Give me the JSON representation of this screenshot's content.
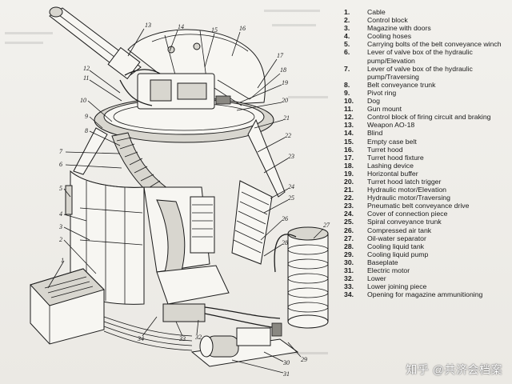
{
  "legend": [
    {
      "n": "1.",
      "t": "Cable"
    },
    {
      "n": "2.",
      "t": "Control block"
    },
    {
      "n": "3.",
      "t": "Magazine with doors"
    },
    {
      "n": "4.",
      "t": "Cooling hoses"
    },
    {
      "n": "5.",
      "t": "Carrying bolts of the belt conveyance winch"
    },
    {
      "n": "6.",
      "t": "Lever of valve box of the hydraulic pump/Elevation"
    },
    {
      "n": "7.",
      "t": "Lever of valve box of the hydraulic pump/Traversing"
    },
    {
      "n": "8.",
      "t": "Belt conveyance trunk"
    },
    {
      "n": "9.",
      "t": "Pivot ring"
    },
    {
      "n": "10.",
      "t": "Dog"
    },
    {
      "n": "11.",
      "t": "Gun mount"
    },
    {
      "n": "12.",
      "t": "Control block of firing circuit and braking"
    },
    {
      "n": "13.",
      "t": "Weapon AO-18"
    },
    {
      "n": "14.",
      "t": "Blind"
    },
    {
      "n": "15.",
      "t": "Empty case belt"
    },
    {
      "n": "16.",
      "t": "Turret hood"
    },
    {
      "n": "17.",
      "t": "Turret hood fixture"
    },
    {
      "n": "18.",
      "t": "Lashing device"
    },
    {
      "n": "19.",
      "t": "Horizontal buffer"
    },
    {
      "n": "20.",
      "t": "Turret hood latch trigger"
    },
    {
      "n": "21.",
      "t": "Hydraulic motor/Elevation"
    },
    {
      "n": "22.",
      "t": "Hydraulic motor/Traversing"
    },
    {
      "n": "23.",
      "t": "Pneumatic belt conveyance drive"
    },
    {
      "n": "24.",
      "t": "Cover of connection piece"
    },
    {
      "n": "25.",
      "t": "Spiral conveyance trunk"
    },
    {
      "n": "26.",
      "t": "Compressed air tank"
    },
    {
      "n": "27.",
      "t": "Oil-water separator"
    },
    {
      "n": "28.",
      "t": "Cooling liquid tank"
    },
    {
      "n": "29.",
      "t": "Cooling liquid pump"
    },
    {
      "n": "30.",
      "t": "Baseplate"
    },
    {
      "n": "31.",
      "t": "Electric motor"
    },
    {
      "n": "32.",
      "t": "Lower"
    },
    {
      "n": "33.",
      "t": "Lower joining piece"
    },
    {
      "n": "34.",
      "t": "Opening for magazine ammunitioning"
    }
  ],
  "callouts": [
    "13",
    "14",
    "15",
    "16",
    "17",
    "18",
    "19",
    "20",
    "21",
    "22",
    "23",
    "24",
    "25",
    "26",
    "27",
    "28",
    "29",
    "30",
    "31",
    "32",
    "33",
    "34",
    "12",
    "11",
    "10",
    "9",
    "8",
    "7",
    "6",
    "5",
    "4",
    "3",
    "2",
    "1"
  ],
  "watermark": "知乎 @共济会档案"
}
